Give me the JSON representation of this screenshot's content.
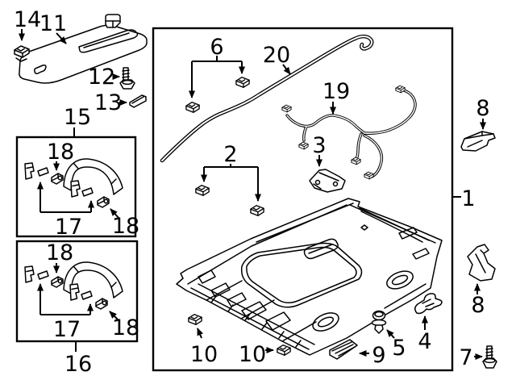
{
  "diagram": {
    "description": "Exploded parts diagram - roof headliner, sun visor and assist grips",
    "background_color": "#ffffff",
    "line_color": "#000000",
    "callouts": {
      "visor_clip": "14",
      "sun_visor": "11",
      "visor_screw": "12",
      "visor_holder": "13",
      "grip_box_front": "15",
      "grip_box_rear": "16",
      "front_cap_top": "18",
      "front_bracket_pair": "17",
      "front_cap_side": "18",
      "rear_cap_top": "18",
      "rear_bracket_pair": "17",
      "rear_cap_side": "18",
      "retainer_pair": "6",
      "antenna_cable": "20",
      "wire_harness": "19",
      "clip_pair": "2",
      "console_bracket": "3",
      "headliner": "1",
      "side_bracket_upper": "8",
      "side_bracket_lower": "8",
      "bolt": "7",
      "clip_left": "10",
      "clip_mid": "10",
      "vent_grille": "9",
      "push_pin": "5",
      "hook_bracket": "4"
    }
  }
}
